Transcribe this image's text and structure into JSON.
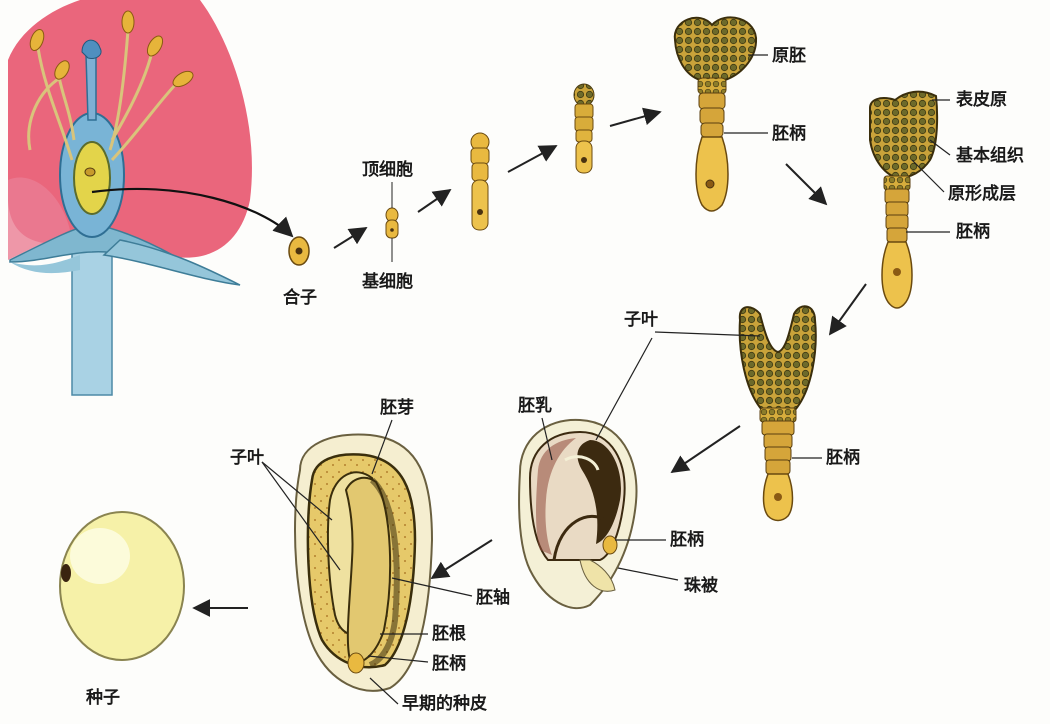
{
  "labels": {
    "zygote": "合子",
    "apical_cell": "顶细胞",
    "basal_cell": "基细胞",
    "proembryo": "原胚",
    "suspensor_1": "胚柄",
    "protoderm": "表皮原",
    "ground_meristem": "基本组织",
    "procambium": "原形成层",
    "suspensor_2": "胚柄",
    "cotyledon_1": "子叶",
    "suspensor_3": "胚柄",
    "endosperm": "胚乳",
    "suspensor_4": "胚柄",
    "integument": "珠被",
    "plumule": "胚芽",
    "cotyledon_2": "子叶",
    "hypocotyl": "胚轴",
    "radicle": "胚根",
    "suspensor_5": "胚柄",
    "early_seed_coat": "早期的种皮",
    "seed": "种子"
  },
  "colors": {
    "petal": "#e8556e",
    "embryo_yellow": "#e9b940",
    "embryo_dark": "#8a6a1e",
    "stem_blue": "#8cc4dc",
    "seed": "#f6f1a8",
    "arrow": "#222222"
  }
}
